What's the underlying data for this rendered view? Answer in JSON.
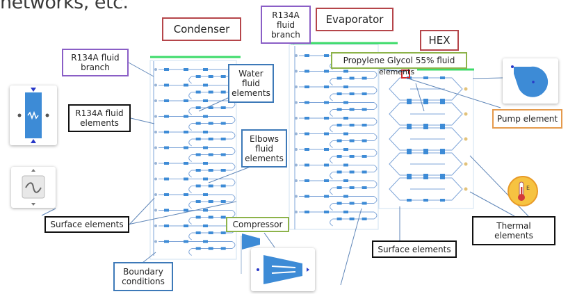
{
  "caption_fragment": "networks, etc.",
  "labels": {
    "condenser": "Condenser",
    "evaporator": "Evaporator",
    "hex": "HEX",
    "r134a_branch_left": "R134A fluid\nbranch",
    "r134a_branch_top": "R134A\nfluid\nbranch",
    "water_fluid": "Water\nfluid\nelements",
    "r134a_elements": "R134A fluid\nelements",
    "elbows_fluid": "Elbows\nfluid\nelements",
    "propylene": "Propylene Glycol 55% fluid",
    "propylene_overlap": "elements",
    "pump": "Pump element",
    "surface_left": "Surface elements",
    "compressor": "Compressor",
    "boundary": "Boundary\nconditions",
    "surface_right": "Surface elements",
    "thermal": "Thermal\nelements",
    "thermal_icon_letter": "E"
  },
  "colors": {
    "component_blue": "#3d8bd6",
    "line_blue": "#7da4d8",
    "green_bar": "#3ddb6a",
    "red_marker": "#d22a2a",
    "red_border": "#b5454a",
    "purple_border": "#8a5ec6",
    "blue_border": "#3d79b8",
    "olive_border": "#8db34a",
    "orange_border": "#e59a4c",
    "thermal_orange": "#f2a73a"
  },
  "icons": [
    "heat-exchanger-icon",
    "surface-wave-icon",
    "compressor-icon",
    "pump-icon",
    "thermometer-icon"
  ]
}
